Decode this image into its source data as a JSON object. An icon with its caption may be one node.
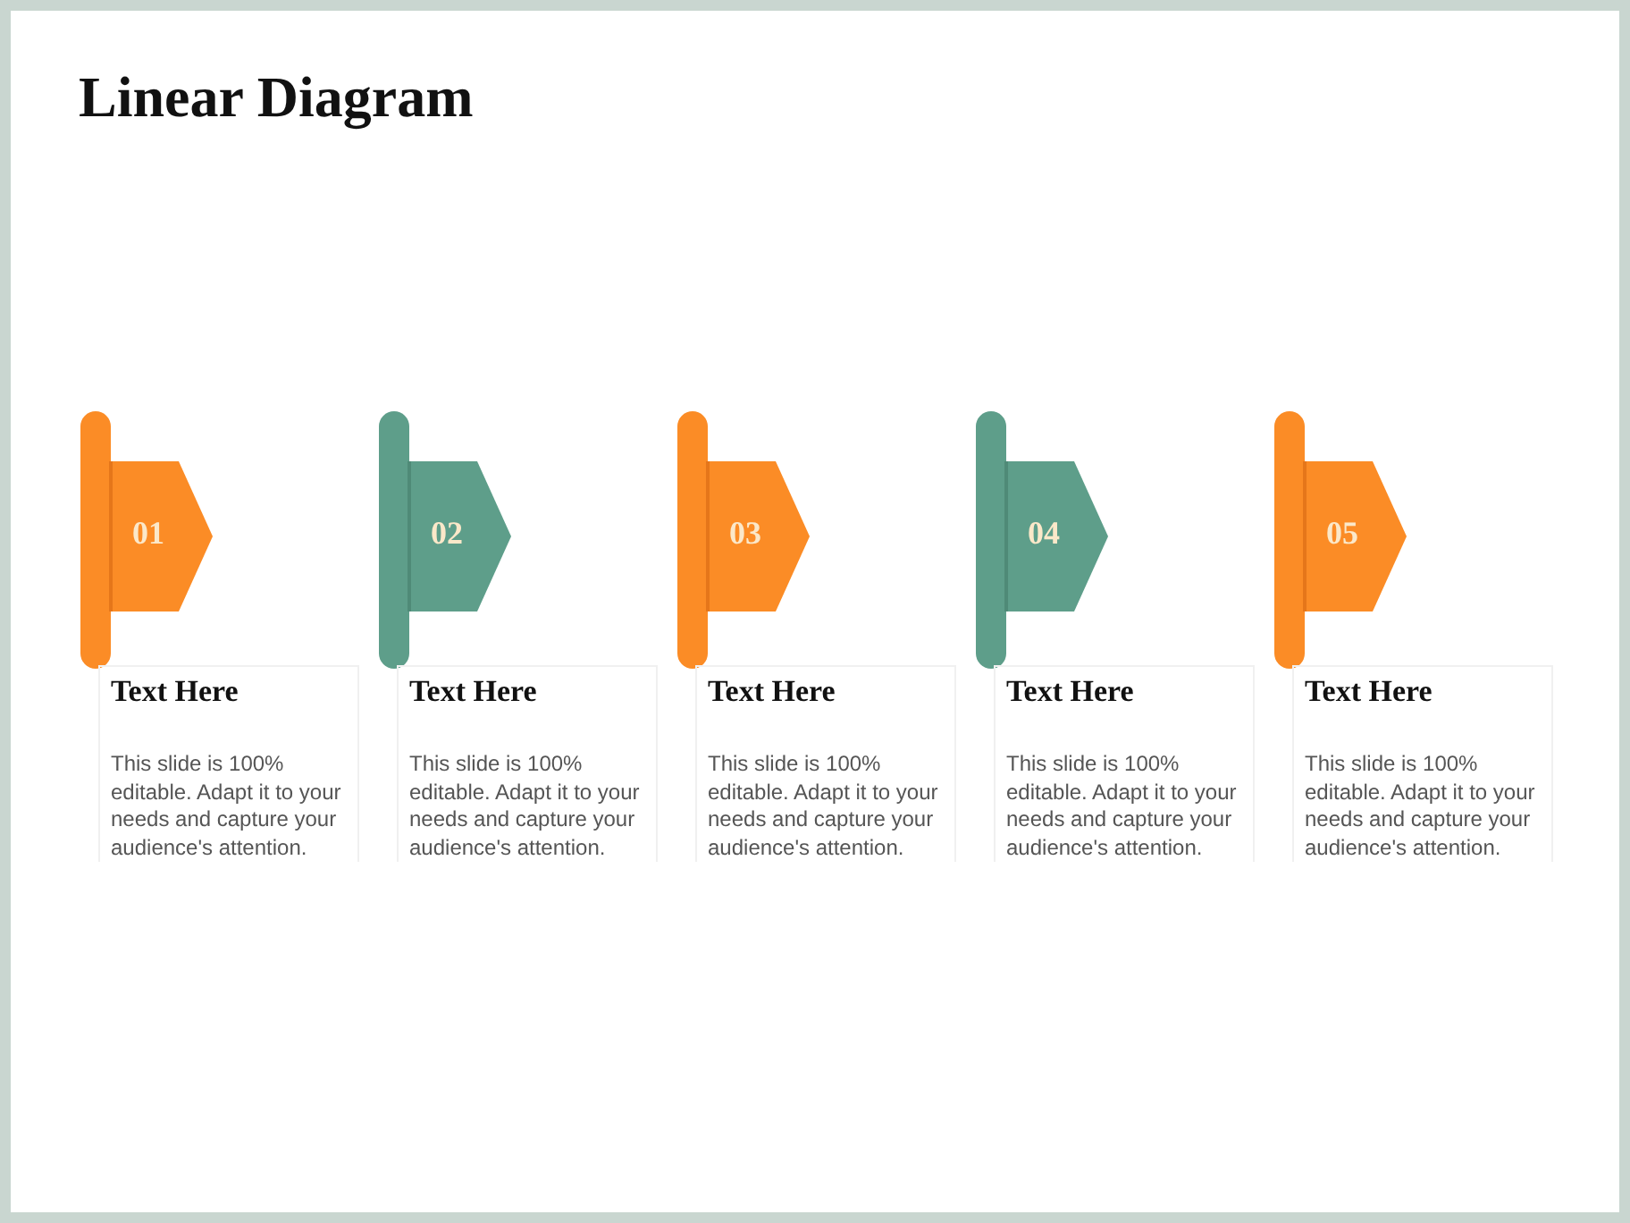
{
  "diagram": {
    "title": "Linear Diagram",
    "nodes": [
      {
        "text": [
          "01"
        ]
      },
      {
        "text": [
          "Text Here",
          "This slide is 100% editable. Adapt it to your needs and capture your audience's attention."
        ]
      },
      {
        "text": [
          "02"
        ]
      },
      {
        "text": [
          "Text Here",
          "This slide is 100% editable. Adapt it to your needs and capture your audience's attention."
        ]
      },
      {
        "text": [
          "03"
        ]
      },
      {
        "text": [
          "Text Here",
          "This slide is 100% editable. Adapt it to your needs and capture your audience's attention."
        ]
      },
      {
        "text": [
          "04"
        ]
      },
      {
        "text": [
          "Text Here",
          "This slide is 100% editable. Adapt it to your needs and capture your audience's attention."
        ]
      },
      {
        "text": [
          "05"
        ]
      },
      {
        "text": [
          "Text Here",
          "This slide is 100% editable. Adapt it to your needs and capture your audience's attention."
        ]
      }
    ],
    "edges": []
  }
}
